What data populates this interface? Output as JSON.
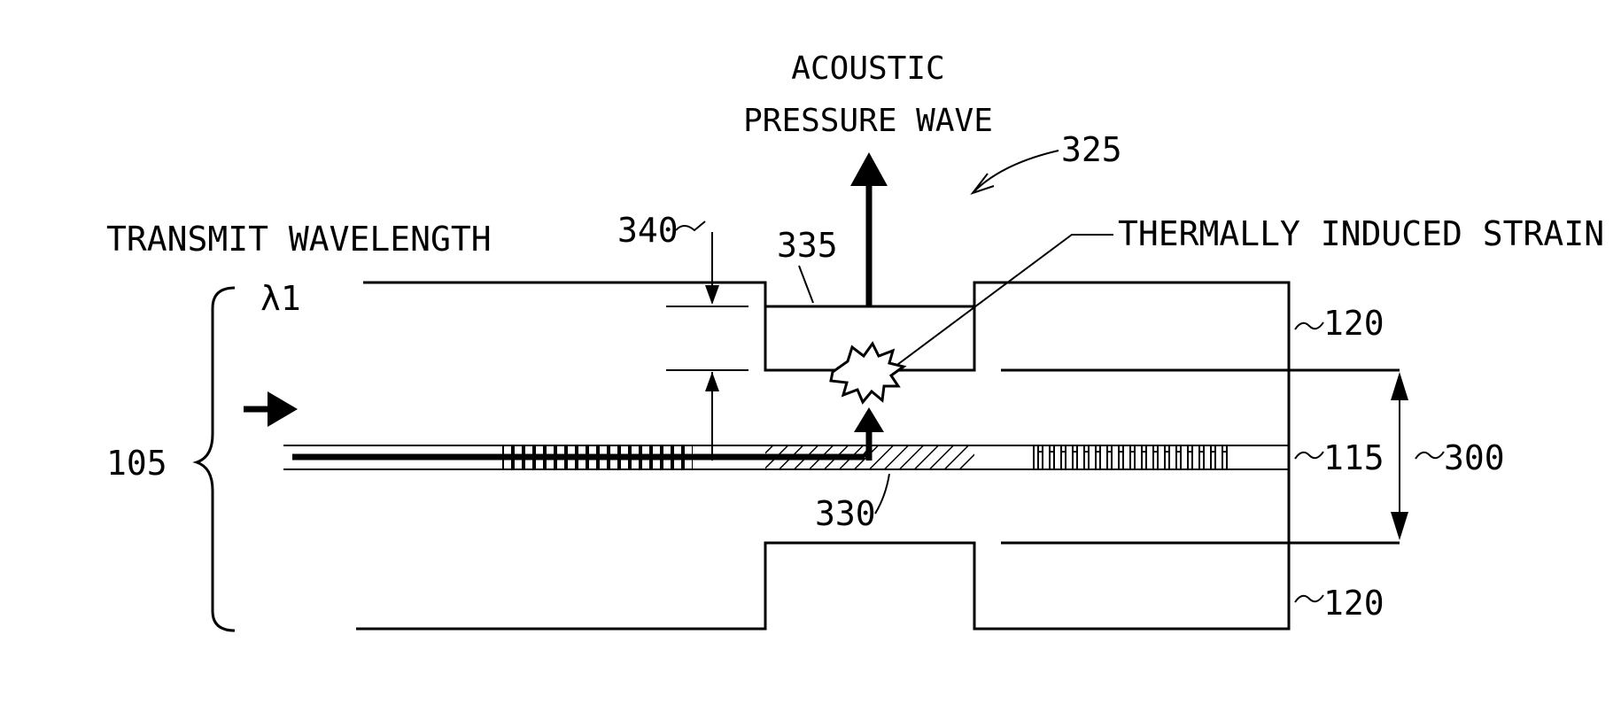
{
  "labels": {
    "acoustic_line1": "ACOUSTIC",
    "acoustic_line2": "PRESSURE WAVE",
    "transmit_wavelength": "TRANSMIT WAVELENGTH",
    "lambda": "λ1",
    "thermal_strain": "THERMALLY INDUCED STRAIN"
  },
  "reference_numerals": {
    "r325": "325",
    "r340": "340",
    "r335": "335",
    "r120_top": "120",
    "r120_bottom": "120",
    "r115": "115",
    "r300": "300",
    "r105": "105",
    "r330": "330"
  }
}
